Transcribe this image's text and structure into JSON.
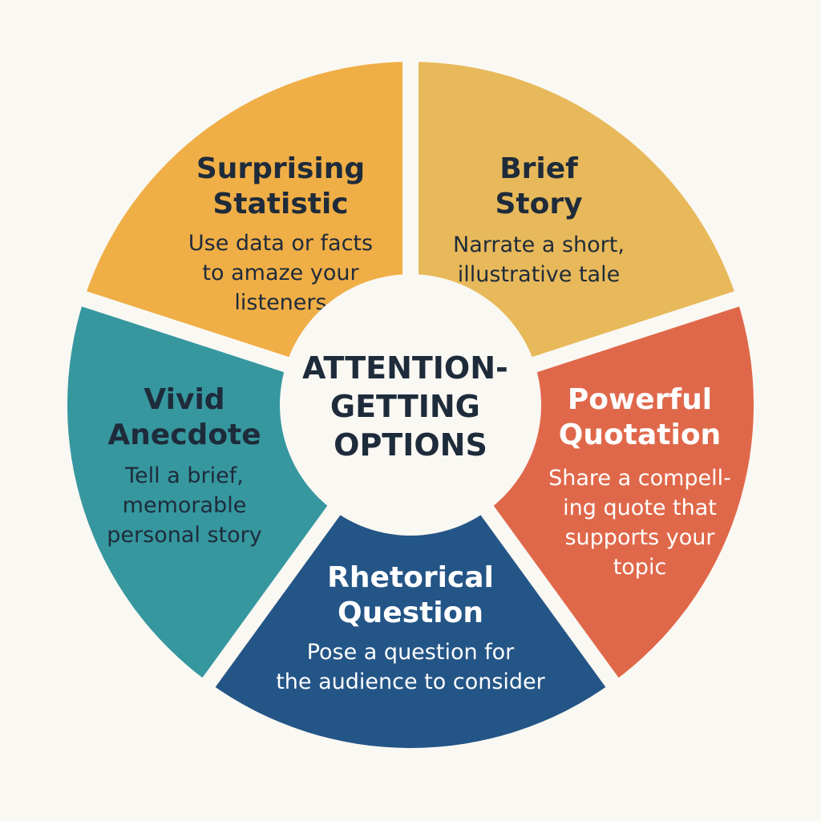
{
  "center": {
    "lines": [
      "ATTENTION-",
      "GETTING",
      "OPTIONS"
    ]
  },
  "segments": [
    {
      "title_lines": [
        "Surprising",
        "Statistic"
      ],
      "desc_lines": [
        "Use data or facts",
        "to amaze your",
        "listeners"
      ],
      "color": "#f0ae46",
      "text_color": "#1e2b3a"
    },
    {
      "title_lines": [
        "Brief",
        "Story"
      ],
      "desc_lines": [
        "Narrate a short,",
        "illustrative tale"
      ],
      "color": "#e8b95a",
      "text_color": "#1e2b3a"
    },
    {
      "title_lines": [
        "Powerful",
        "Quotation"
      ],
      "desc_lines": [
        "Share a compell-",
        "ing quote that",
        "supports your",
        "topic"
      ],
      "color": "#e0684a",
      "text_color": "#ffffff"
    },
    {
      "title_lines": [
        "Rhetorical",
        "Question"
      ],
      "desc_lines": [
        "Pose a question for",
        "the audience to consider"
      ],
      "color": "#245587",
      "text_color": "#ffffff"
    },
    {
      "title_lines": [
        "Vivid",
        "Anecdote"
      ],
      "desc_lines": [
        "Tell a brief,",
        "memorable",
        "personal story"
      ],
      "color": "#36979f",
      "text_color": "#1e2b3a"
    }
  ],
  "colors": {
    "background": "#faf8f3",
    "center_fill": "#faf8f3",
    "gap": "#faf8f3"
  }
}
